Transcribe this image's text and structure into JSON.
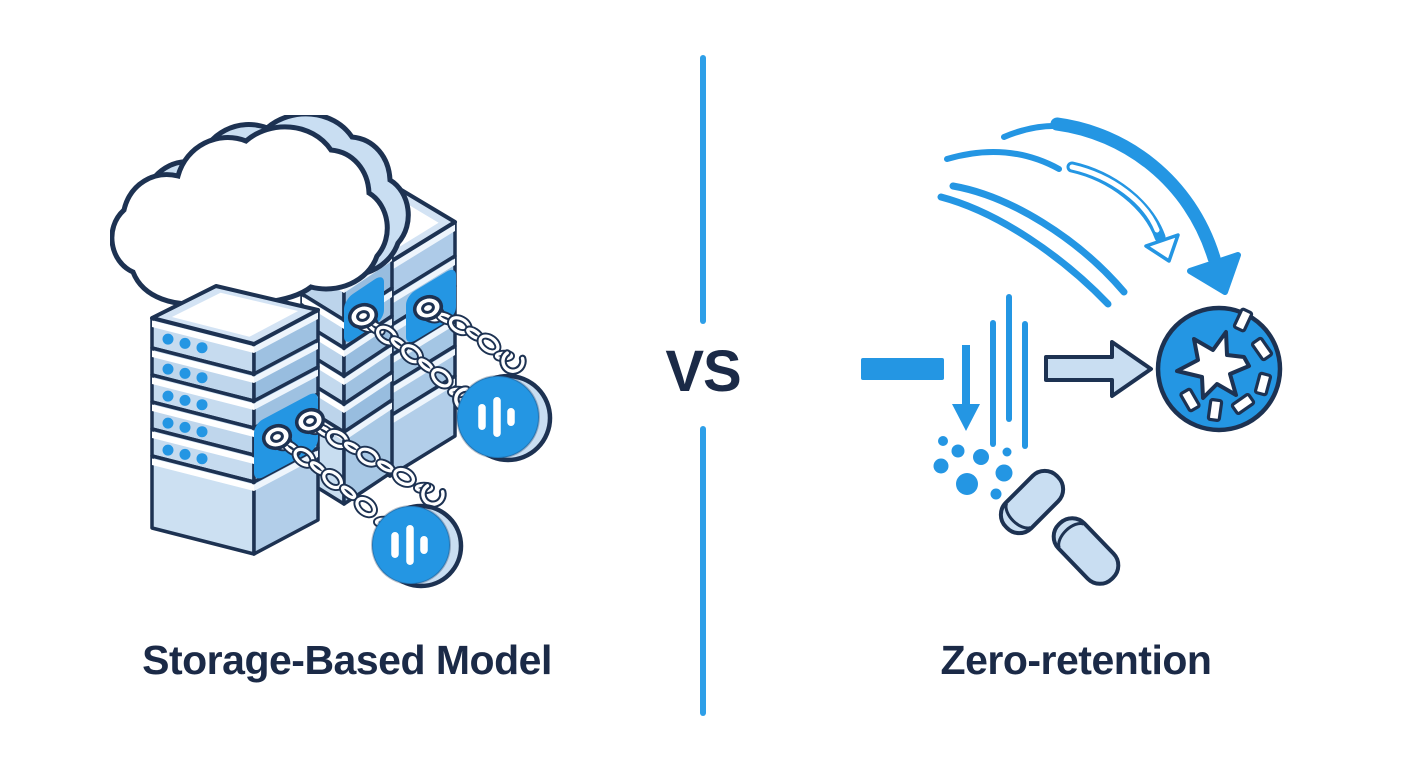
{
  "divider": {
    "vs_label": "VS"
  },
  "panels": {
    "left": {
      "label": "Storage-Based Model",
      "icons": [
        "cloud-icon",
        "server-stack-icon",
        "chain-icon",
        "voice-token-icon"
      ]
    },
    "right": {
      "label": "Zero-retention",
      "icons": [
        "swoosh-arrows-icon",
        "data-bar",
        "down-arrow-icon",
        "stream-lines",
        "particle-dots",
        "debris-cylinders",
        "transform-arrow-icon",
        "shatter-circle-icon"
      ]
    }
  },
  "colors": {
    "accent_blue": "#2496e3",
    "light_blue": "#c9def2",
    "navy_outline": "#1d3252",
    "text_navy": "#1b2a47",
    "divider_blue": "#2e9fe8",
    "white": "#ffffff"
  }
}
